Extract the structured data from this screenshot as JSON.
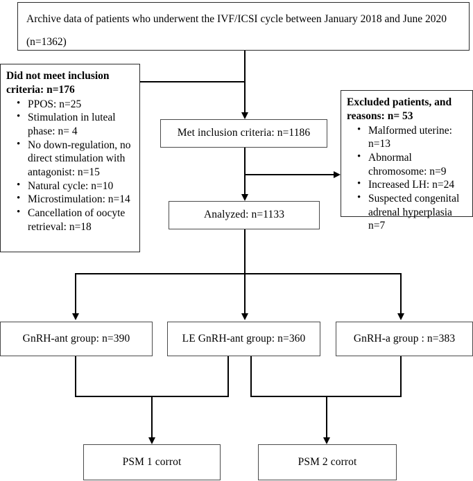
{
  "figure": {
    "type": "flowchart",
    "title": "IVF/ICSI cycle patient selection flow diagram"
  },
  "nodes": {
    "source": {
      "text": "Archive data of patients who underwent the IVF/ICSI cycle between January 2018 and June 2020 (n=1362)"
    },
    "excluded_left": {
      "heading": "Did not meet inclusion criteria: n=176",
      "items": [
        "PPOS: n=25",
        "Stimulation in luteal phase: n= 4",
        "No down-regulation, no direct stimulation with antagonist: n=15",
        "Natural cycle: n=10",
        "Microstimulation: n=14",
        "Cancellation of oocyte retrieval: n=18"
      ]
    },
    "met_criteria": {
      "text": "Met inclusion criteria: n=1186"
    },
    "excluded_right": {
      "heading": "Excluded patients, and reasons: n= 53",
      "items": [
        "Malformed uterine: n=13",
        "Abnormal chromosome: n=9",
        "Increased LH: n=24",
        "Suspected congenital adrenal hyperplasia n=7"
      ]
    },
    "analyzed": {
      "text": "Analyzed: n=1133"
    },
    "group_left": {
      "text": "GnRH-ant group: n=390"
    },
    "group_mid": {
      "text": "LE GnRH-ant group: n=360"
    },
    "group_right": {
      "text": "GnRH-a group : n=383"
    },
    "psm1": {
      "text": "PSM 1 corrot"
    },
    "psm2": {
      "text": "PSM 2 corrot"
    }
  },
  "colors": {
    "line": "#000000",
    "border": "#4a4a4a",
    "background": "#ffffff",
    "text": "#000000"
  }
}
